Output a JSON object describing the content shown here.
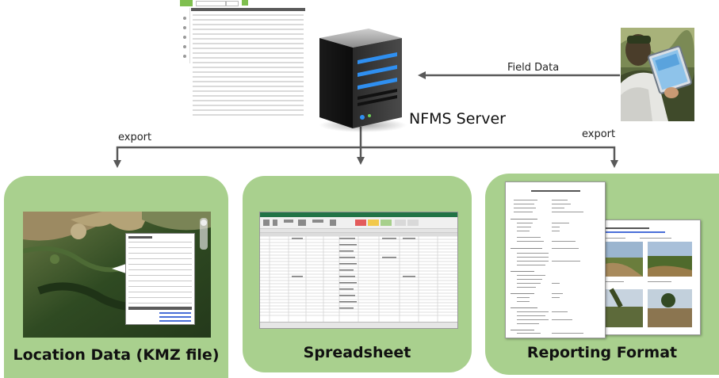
{
  "server": {
    "label": "NFMS Server"
  },
  "arrows": {
    "field_data": "Field Data",
    "export_left": "export",
    "export_right": "export"
  },
  "panels": [
    {
      "title": "Location Data (KMZ file)"
    },
    {
      "title": "Spreadsheet"
    },
    {
      "title": "Reporting Format"
    }
  ],
  "colors": {
    "panel_fill": "#a9d08e",
    "arrow": "#595959",
    "excel_green": "#217346"
  },
  "icons": {
    "server": "server-tower-icon",
    "field_photo": "tablet-field-photo",
    "table_screenshot": "data-table-thumbnail",
    "map": "satellite-map-thumbnail",
    "spreadsheet": "excel-thumbnail",
    "report": "report-document-thumbnail"
  }
}
